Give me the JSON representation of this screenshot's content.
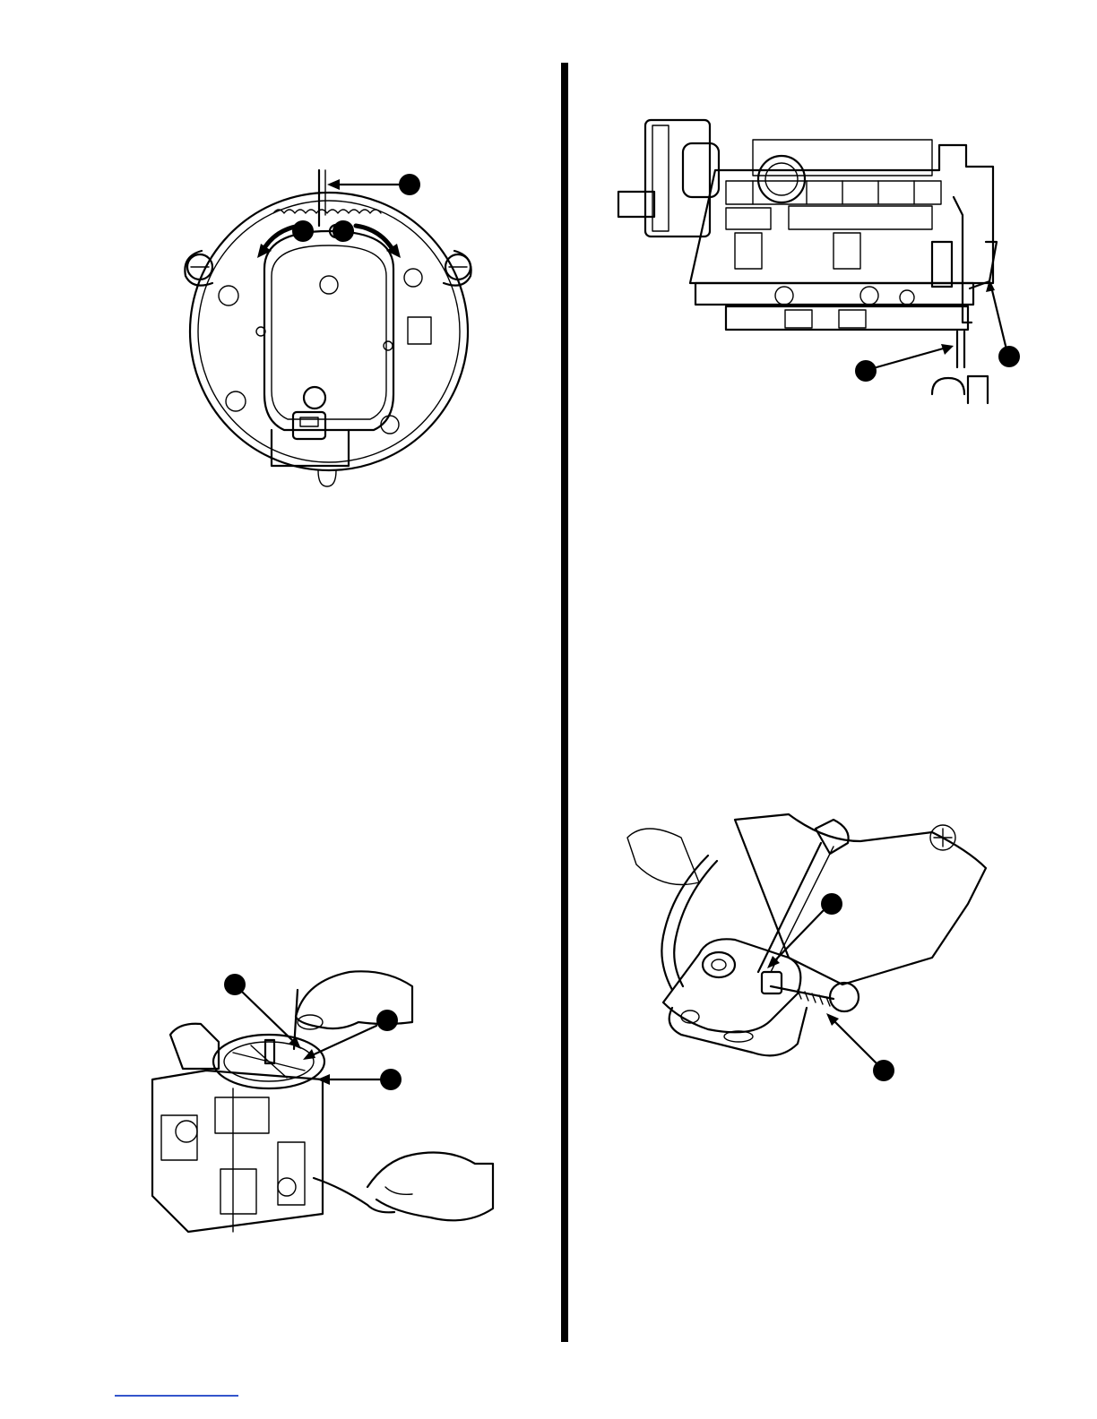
{
  "figures": [
    {
      "id": "distributor-timing",
      "callouts": 3
    },
    {
      "id": "carburetor-side-view",
      "callouts": 2
    },
    {
      "id": "carburetor-adjustment-hands",
      "callouts": 3
    },
    {
      "id": "throttle-linkage-screw",
      "callouts": 2
    }
  ],
  "colors": {
    "ink": "#000000",
    "paper": "#ffffff",
    "footer_rule": "#3355cc"
  }
}
